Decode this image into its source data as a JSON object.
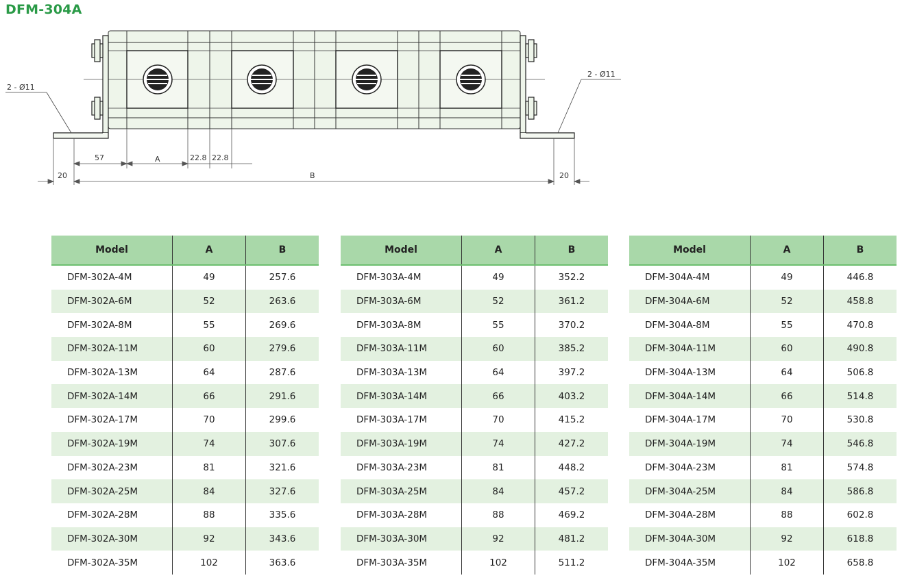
{
  "title": "DFM-304A",
  "drawing": {
    "hole_left": "2 - Ø11",
    "hole_right": "2 - Ø11",
    "dim_20_left": "20",
    "dim_57": "57",
    "dim_a": "A",
    "dim_22_8_1": "22.8",
    "dim_22_8_2": "22.8",
    "dim_b": "B",
    "dim_20_right": "20"
  },
  "tables": [
    {
      "headers": [
        "Model",
        "A",
        "B"
      ],
      "rows": [
        [
          "DFM-302A-4M",
          "49",
          "257.6"
        ],
        [
          "DFM-302A-6M",
          "52",
          "263.6"
        ],
        [
          "DFM-302A-8M",
          "55",
          "269.6"
        ],
        [
          "DFM-302A-11M",
          "60",
          "279.6"
        ],
        [
          "DFM-302A-13M",
          "64",
          "287.6"
        ],
        [
          "DFM-302A-14M",
          "66",
          "291.6"
        ],
        [
          "DFM-302A-17M",
          "70",
          "299.6"
        ],
        [
          "DFM-302A-19M",
          "74",
          "307.6"
        ],
        [
          "DFM-302A-23M",
          "81",
          "321.6"
        ],
        [
          "DFM-302A-25M",
          "84",
          "327.6"
        ],
        [
          "DFM-302A-28M",
          "88",
          "335.6"
        ],
        [
          "DFM-302A-30M",
          "92",
          "343.6"
        ],
        [
          "DFM-302A-35M",
          "102",
          "363.6"
        ]
      ]
    },
    {
      "headers": [
        "Model",
        "A",
        "B"
      ],
      "rows": [
        [
          "DFM-303A-4M",
          "49",
          "352.2"
        ],
        [
          "DFM-303A-6M",
          "52",
          "361.2"
        ],
        [
          "DFM-303A-8M",
          "55",
          "370.2"
        ],
        [
          "DFM-303A-11M",
          "60",
          "385.2"
        ],
        [
          "DFM-303A-13M",
          "64",
          "397.2"
        ],
        [
          "DFM-303A-14M",
          "66",
          "403.2"
        ],
        [
          "DFM-303A-17M",
          "70",
          "415.2"
        ],
        [
          "DFM-303A-19M",
          "74",
          "427.2"
        ],
        [
          "DFM-303A-23M",
          "81",
          "448.2"
        ],
        [
          "DFM-303A-25M",
          "84",
          "457.2"
        ],
        [
          "DFM-303A-28M",
          "88",
          "469.2"
        ],
        [
          "DFM-303A-30M",
          "92",
          "481.2"
        ],
        [
          "DFM-303A-35M",
          "102",
          "511.2"
        ]
      ]
    },
    {
      "headers": [
        "Model",
        "A",
        "B"
      ],
      "rows": [
        [
          "DFM-304A-4M",
          "49",
          "446.8"
        ],
        [
          "DFM-304A-6M",
          "52",
          "458.8"
        ],
        [
          "DFM-304A-8M",
          "55",
          "470.8"
        ],
        [
          "DFM-304A-11M",
          "60",
          "490.8"
        ],
        [
          "DFM-304A-13M",
          "64",
          "506.8"
        ],
        [
          "DFM-304A-14M",
          "66",
          "514.8"
        ],
        [
          "DFM-304A-17M",
          "70",
          "530.8"
        ],
        [
          "DFM-304A-19M",
          "74",
          "546.8"
        ],
        [
          "DFM-304A-23M",
          "81",
          "574.8"
        ],
        [
          "DFM-304A-25M",
          "84",
          "586.8"
        ],
        [
          "DFM-304A-28M",
          "88",
          "602.8"
        ],
        [
          "DFM-304A-30M",
          "92",
          "618.8"
        ],
        [
          "DFM-304A-35M",
          "102",
          "658.8"
        ]
      ]
    }
  ],
  "colors": {
    "title": "#2a9a47",
    "header_bg": "#a9d8a9",
    "alt_row_bg": "#e3f1e0",
    "drawing_body": "#eef5ea"
  }
}
